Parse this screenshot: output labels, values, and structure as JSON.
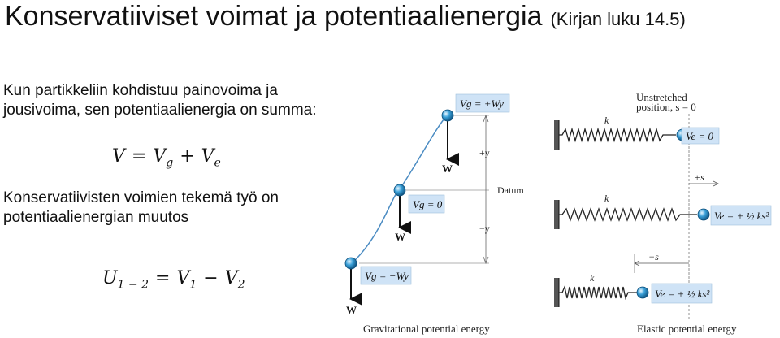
{
  "slide": {
    "title": "Konservatiiviset voimat ja potentiaalienergia",
    "title_note": "(Kirjan luku 14.5)",
    "para1": "Kun partikkeliin kohdistuu painovoima ja jousivoima, sen potentiaalienergia on summa:",
    "para2": "Konservatiivisten voimien tekemä työ on potentiaalienergian muutos"
  },
  "equation1": {
    "lhs": "V",
    "equals": "=",
    "term1": "V",
    "term1_sub": "g",
    "plus": "+",
    "term2": "V",
    "term2_sub": "e"
  },
  "equation2": {
    "lhs": "U",
    "lhs_sub": "1 − 2",
    "equals": "=",
    "term1": "V",
    "term1_sub": "1",
    "minus": "−",
    "term2": "V",
    "term2_sub": "2"
  },
  "gravity_figure": {
    "box_top": "Vg = +Wy",
    "box_mid": "Vg = 0",
    "box_bot": "Vg = −Wy",
    "weight_label": "W",
    "plus_y": "+y",
    "minus_y": "−y",
    "datum": "Datum",
    "caption": "Gravitational potential energy"
  },
  "spring_figure": {
    "unstretched": "Unstretched",
    "position": "position, s = 0",
    "k": "k",
    "plus_s": "+s",
    "minus_s": "−s",
    "box_top": "Ve = 0",
    "box_mid": "Ve = + ½ ks²",
    "box_bot": "Ve = + ½ ks²",
    "caption": "Elastic potential energy"
  },
  "colors": {
    "box_fill": "#cfe3f6",
    "ball": "#3aa0d8",
    "text": "#111111"
  }
}
